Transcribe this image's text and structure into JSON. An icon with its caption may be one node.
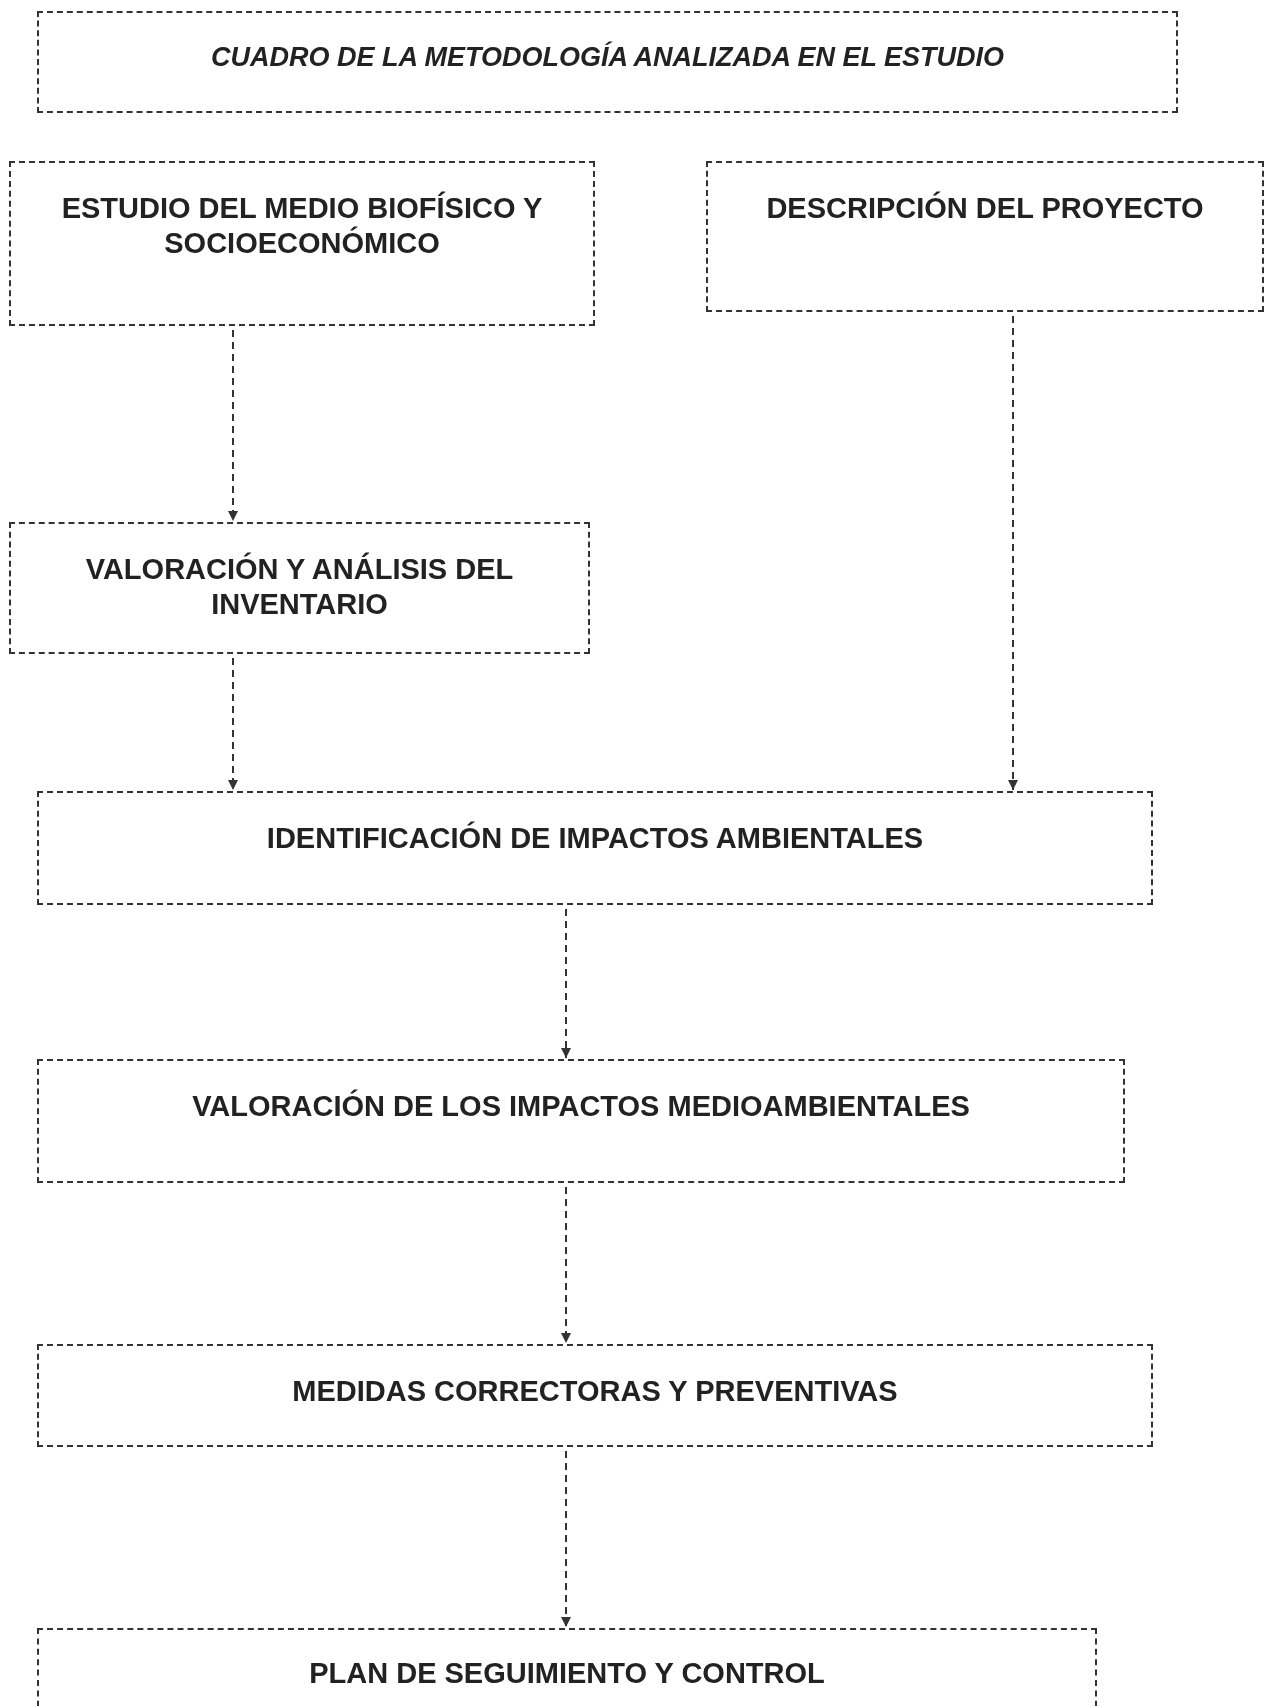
{
  "diagram": {
    "nodes": [
      {
        "text": [
          "CUADRO DE LA METODOLOGÍA ANALIZADA EN EL ESTUDIO"
        ]
      },
      {
        "text": [
          "ESTUDIO DEL MEDIO BIOFÍSICO Y SOCIOECONÓMICO"
        ]
      },
      {
        "text": [
          "DESCRIPCIÓN DEL PROYECTO"
        ]
      },
      {
        "text": [
          "VALORACIÓN Y ANÁLISIS DEL INVENTARIO"
        ]
      },
      {
        "text": [
          "IDENTIFICACIÓN DE IMPACTOS AMBIENTALES"
        ]
      },
      {
        "text": [
          "VALORACIÓN DE LOS IMPACTOS MEDIOAMBIENTALES"
        ]
      },
      {
        "text": [
          "MEDIDAS CORRECTORAS Y PREVENTIVAS"
        ]
      },
      {
        "text": [
          "PLAN DE SEGUIMIENTO Y CONTROL"
        ]
      }
    ],
    "edges": [
      {
        "from": 1,
        "to": 3,
        "arrow": "to",
        "style": "dashed"
      },
      {
        "from": 3,
        "to": 4,
        "arrow": "to",
        "style": "dashed"
      },
      {
        "from": 2,
        "to": 4,
        "arrow": "to",
        "style": "dashed"
      },
      {
        "from": 4,
        "to": 5,
        "arrow": "to",
        "style": "dashed"
      },
      {
        "from": 5,
        "to": 6,
        "arrow": "to",
        "style": "dashed"
      },
      {
        "from": 6,
        "to": 7,
        "arrow": "to",
        "style": "dashed"
      }
    ]
  }
}
